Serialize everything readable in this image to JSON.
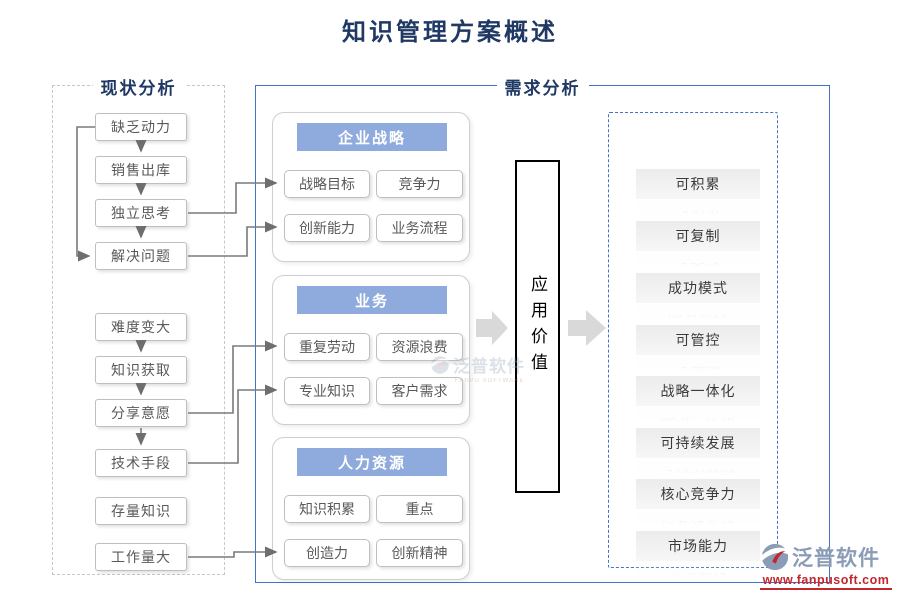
{
  "title": "知识管理方案概述",
  "colors": {
    "title_navy": "#1f3864",
    "panel_blue": "#4472c4",
    "group_header_blue": "#8faadc",
    "connector_gray": "#7a7a7a",
    "block_arrow_gray": "#d9d9d9",
    "node_border_gray": "#bfbfbf",
    "footer_red": "#c1272d"
  },
  "left_panel": {
    "title": "现状分析",
    "items": [
      "缺乏动力",
      "销售出库",
      "独立思考",
      "解决问题",
      "难度变大",
      "知识获取",
      "分享意愿",
      "技术手段",
      "存量知识",
      "工作量大"
    ]
  },
  "main_panel": {
    "title": "需求分析",
    "groups": [
      {
        "title": "企业战略",
        "items": [
          "战略目标",
          "竞争力",
          "创新能力",
          "业务流程"
        ]
      },
      {
        "title": "业务",
        "items": [
          "重复劳动",
          "资源浪费",
          "专业知识",
          "客户需求"
        ]
      },
      {
        "title": "人力资源",
        "items": [
          "知识积累",
          "重点",
          "创造力",
          "创新精神"
        ]
      }
    ],
    "value_box": "应用价值",
    "outcomes": [
      "可积累",
      "可复制",
      "成功模式",
      "可管控",
      "战略一体化",
      "可持续发展",
      "核心竞争力",
      "市场能力"
    ]
  },
  "watermark": {
    "brand": "泛普软件",
    "sub": "FANPU SOFTWARE"
  },
  "footer": {
    "brand": "泛普软件",
    "url": "www.fanpusoft.com"
  }
}
